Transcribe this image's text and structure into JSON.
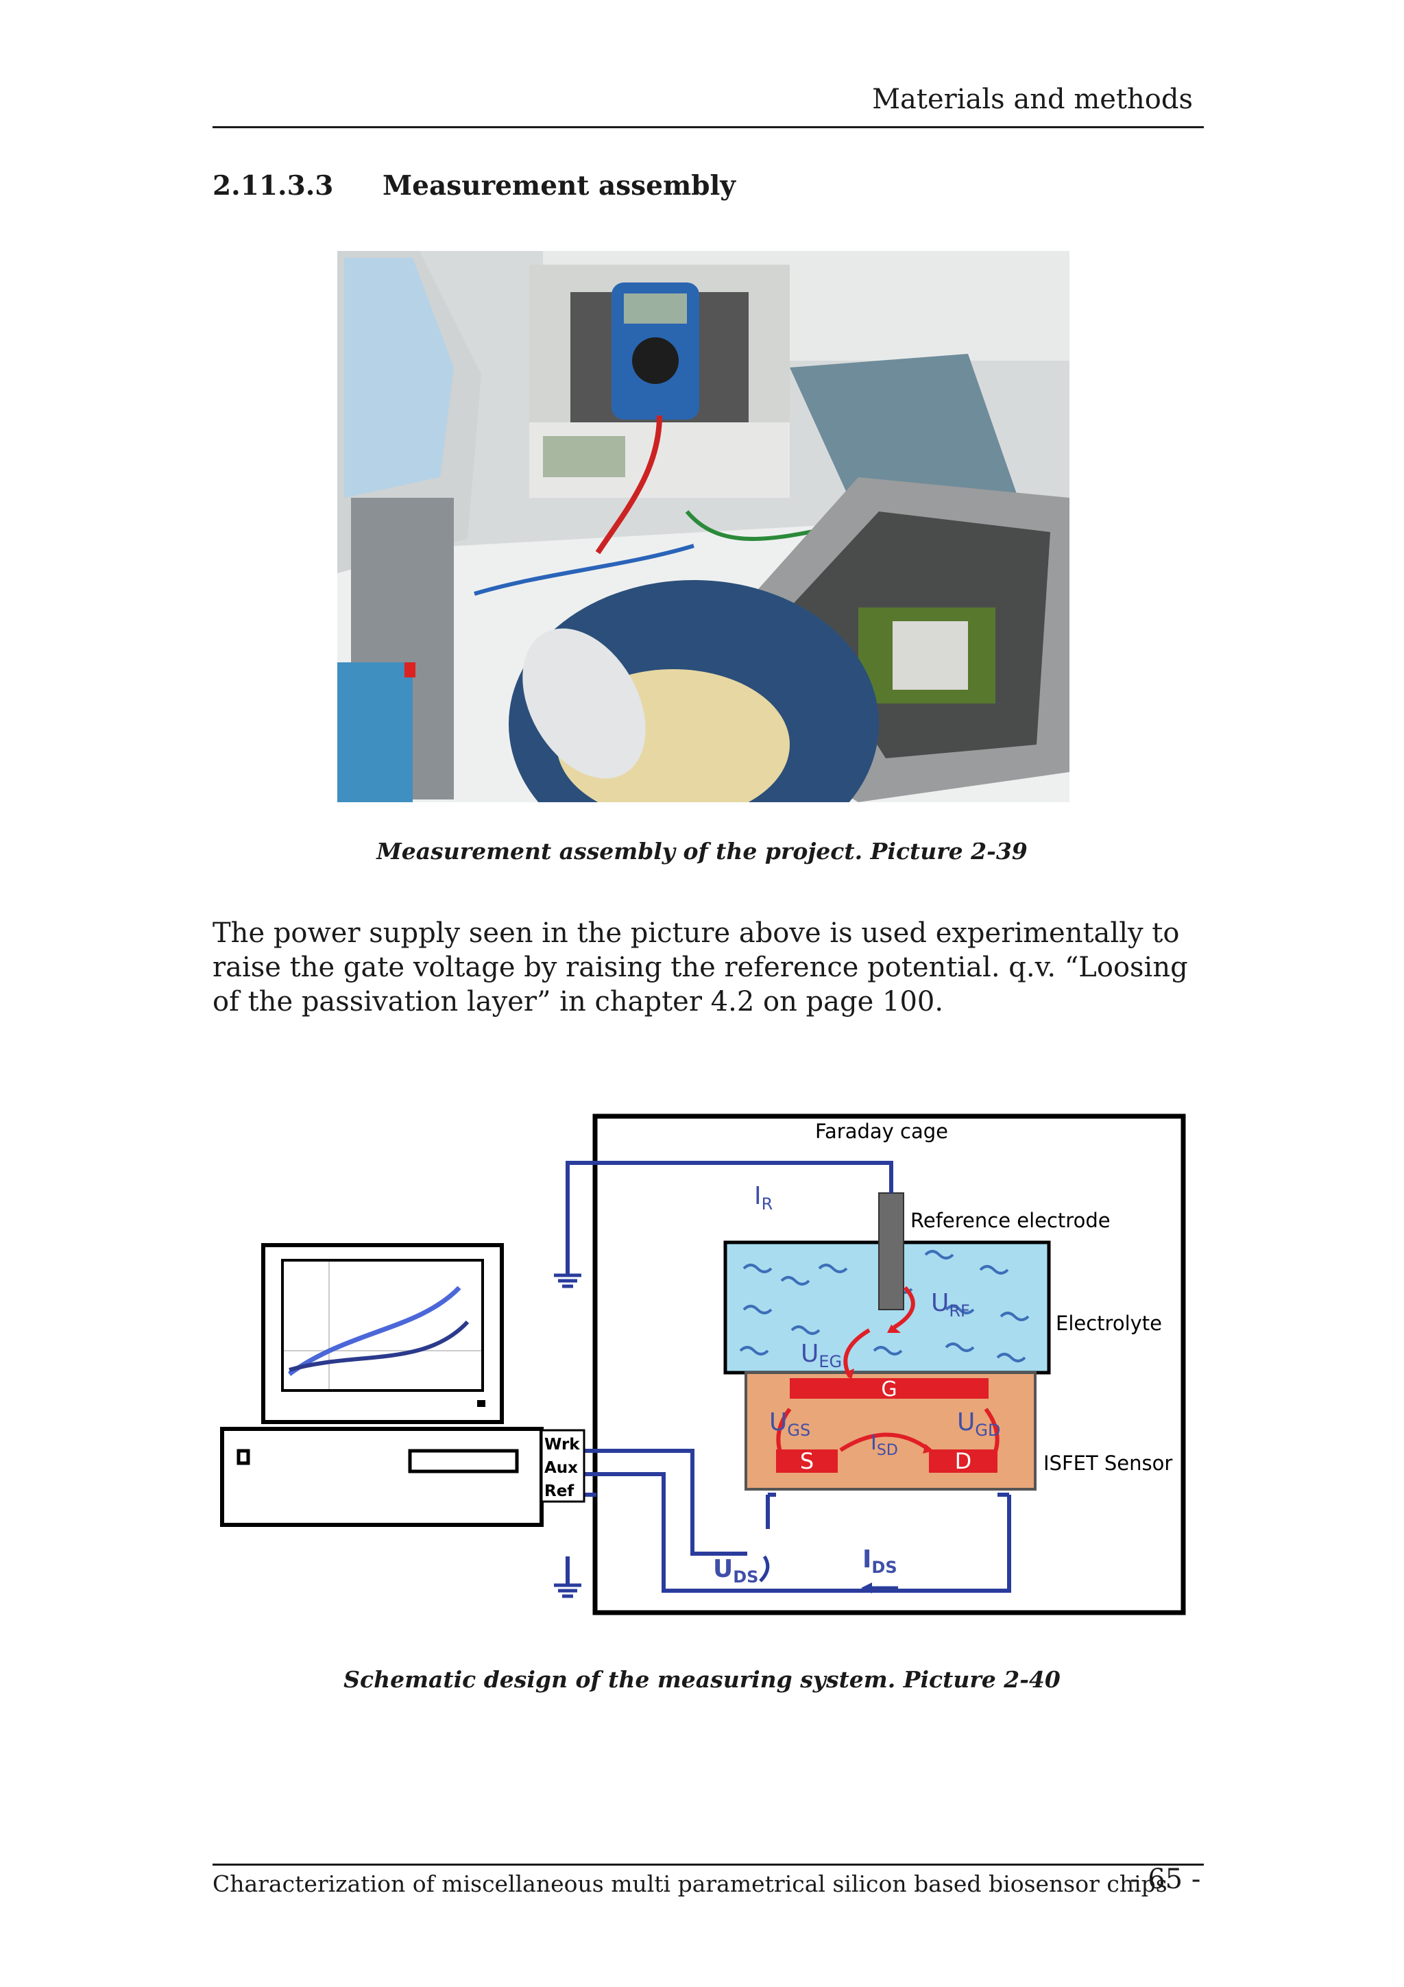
{
  "header": {
    "running_title": "Materials and methods"
  },
  "section": {
    "number": "2.11.3.3",
    "title": "Measurement assembly"
  },
  "figure1": {
    "caption": "Measurement assembly of the project. Picture 2-39"
  },
  "body": {
    "paragraph": "The power supply seen in the picture above is used experimentally to raise the gate voltage by raising the reference potential. q.v. “Loosing of the passivation layer” in chapter 4.2 on page 100."
  },
  "figure2": {
    "caption": "Schematic design of the measuring system. Picture 2-40",
    "labels": {
      "faraday_cage": "Faraday cage",
      "reference_electrode": "Reference electrode",
      "electrolyte": "Electrolyte",
      "isfet_sensor": "ISFET Sensor",
      "gate": "G",
      "source": "S",
      "drain": "D",
      "wrk": "Wrk",
      "aux": "Aux",
      "ref": "Ref"
    },
    "symbols": {
      "i_r": {
        "main": "I",
        "sub": "R"
      },
      "u_rf": {
        "main": "U",
        "sub": "RF"
      },
      "u_eg": {
        "main": "U",
        "sub": "EG"
      },
      "u_gs": {
        "main": "U",
        "sub": "GS"
      },
      "u_gd": {
        "main": "U",
        "sub": "GD"
      },
      "i_sd": {
        "main": "I",
        "sub": "SD"
      },
      "u_ds": {
        "main": "U",
        "sub": "DS"
      },
      "i_ds": {
        "main": "I",
        "sub": "DS"
      }
    }
  },
  "footer": {
    "title": "Characterization of miscellaneous multi parametrical silicon based biosensor chips",
    "page": "- 65 -"
  },
  "colors": {
    "wire": "#2a3c9c",
    "electrolyte": "#a9dcef",
    "sensor": "#e9a679",
    "electrode_red": "#e01f26",
    "symbol_blue": "#3f4fa8"
  }
}
